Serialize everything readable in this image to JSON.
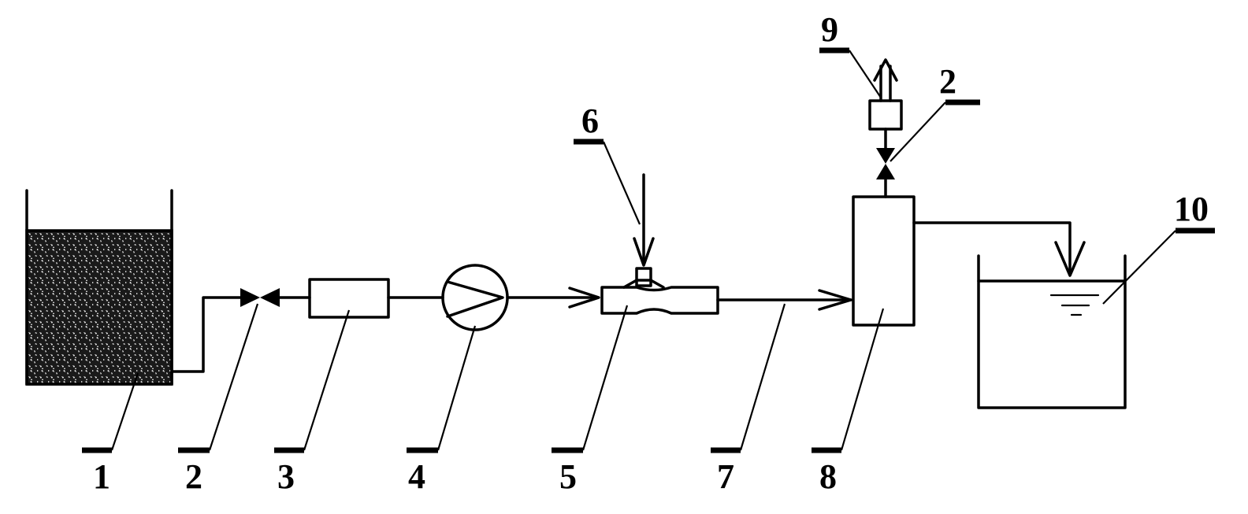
{
  "colors": {
    "line": "#000000",
    "background": "#ffffff",
    "slurry_fill": "#1a1a1a"
  },
  "labels": {
    "tank_feed": "1",
    "valve_inlet": "2",
    "filter": "3",
    "pump": "4",
    "mixer": "5",
    "injection": "6",
    "pipe": "7",
    "separator": "8",
    "vent": "9",
    "valve_vent": "2",
    "tank_receiver": "10"
  }
}
